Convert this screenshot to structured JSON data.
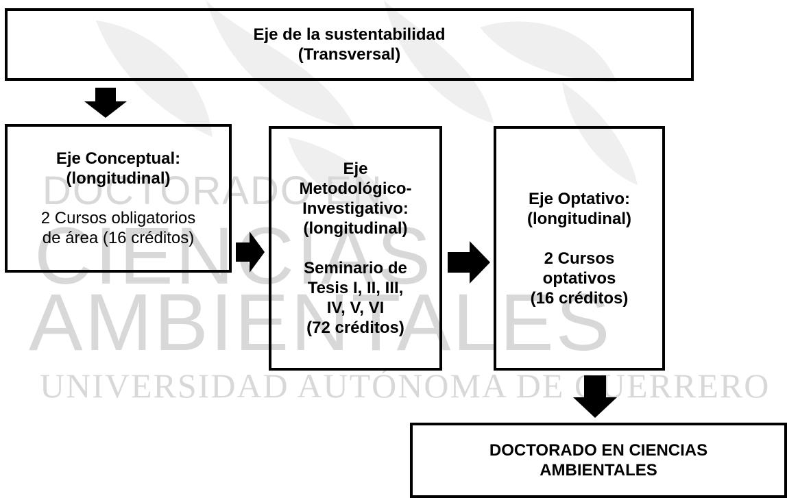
{
  "watermark": {
    "line1": "DOCTORADO EN",
    "line2": "CIENCIAS",
    "line3": "AMBIENTALES",
    "line4": "UNIVERSIDAD AUTÓNOMA DE GUERRERO"
  },
  "top_box": {
    "line1": "Eje de la sustentabilidad",
    "line2": "(Transversal)"
  },
  "conceptual": {
    "title": "Eje Conceptual:",
    "subtitle": "(longitudinal)",
    "body1": "2 Cursos obligatorios",
    "body2": "de área (16 créditos)"
  },
  "metodologico": {
    "line1": "Eje",
    "line2": "Metodológico-",
    "line3": "Investigativo:",
    "line4": "(longitudinal)",
    "body1": "Seminario de",
    "body2": "Tesis I, II, III,",
    "body3": "IV, V, VI",
    "body4": "(72 créditos)"
  },
  "optativo": {
    "title": "Eje Optativo:",
    "subtitle": "(longitudinal)",
    "body1": "2 Cursos",
    "body2": "optativos",
    "body3": "(16 créditos)"
  },
  "result_box": {
    "line1": "DOCTORADO EN CIENCIAS",
    "line2": "AMBIENTALES"
  },
  "colors": {
    "border": "#000000",
    "arrow": "#000000",
    "watermark": "#d8d8d8"
  },
  "icons": [
    "arrow-down-icon",
    "arrow-right-icon"
  ]
}
